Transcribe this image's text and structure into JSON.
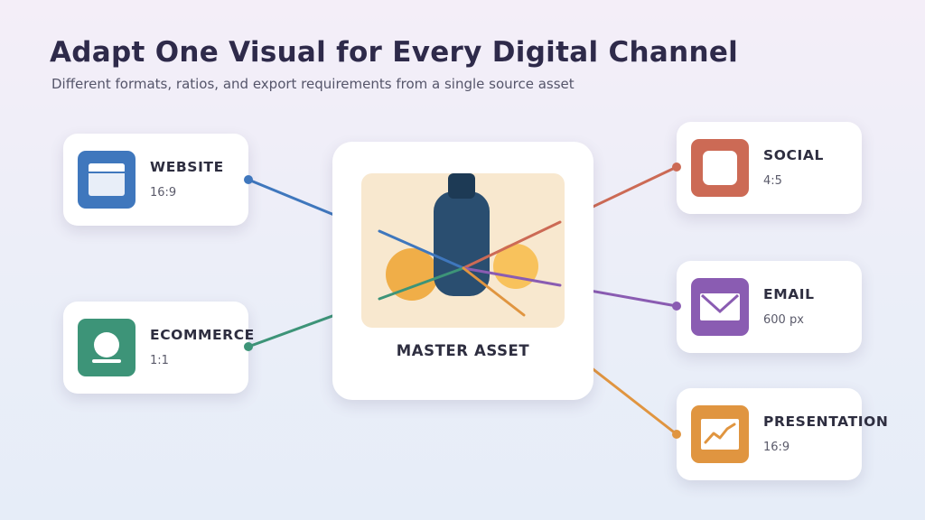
{
  "page": {
    "title": "Adapt One Visual for Every Digital Channel",
    "subtitle": "Different formats, ratios, and export requirements from a single source asset"
  },
  "master": {
    "label": "MASTER ASSET"
  },
  "channels": [
    {
      "key": "website",
      "label": "WEBSITE",
      "spec": "16:9",
      "color": "#3f77bd",
      "icon": "browser-window-icon"
    },
    {
      "key": "ecommerce",
      "label": "ECOMMERCE",
      "spec": "1:1",
      "color": "#3d9478",
      "icon": "product-icon"
    },
    {
      "key": "social",
      "label": "SOCIAL",
      "spec": "4:5",
      "color": "#cc6a55",
      "icon": "square-post-icon"
    },
    {
      "key": "email",
      "label": "EMAIL",
      "spec": "600 px",
      "color": "#8a5cb2",
      "icon": "envelope-icon"
    },
    {
      "key": "presentation",
      "label": "PRESENTATION",
      "spec": "16:9",
      "color": "#e09540",
      "icon": "trend-chart-icon"
    }
  ],
  "art_colors": {
    "bottle": "#2a4e70",
    "bottle_cap": "#1d3a55",
    "orange_left": "#f0ae48",
    "orange_right": "#f8c25c",
    "backdrop": "#f8e8cf"
  }
}
